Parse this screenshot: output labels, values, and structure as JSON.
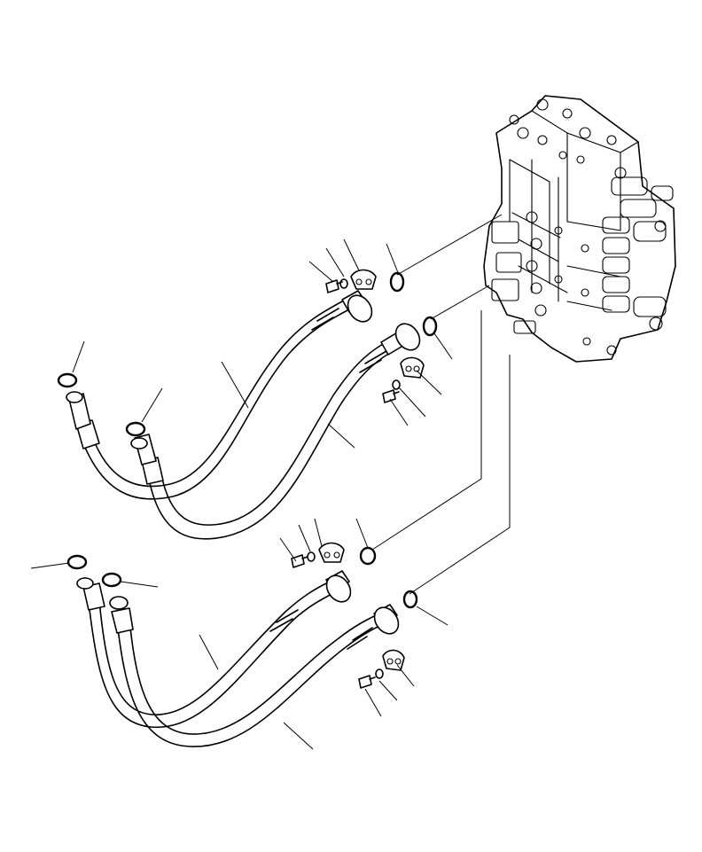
{
  "diagram": {
    "type": "exploded parts diagram",
    "components": [
      "control-valve-assembly",
      "hydraulic-hose",
      "o-ring",
      "split-flange-half",
      "lock-washer",
      "bolt"
    ],
    "counts": {
      "hoses": 4,
      "o_rings": 8,
      "split_flange_halves": 4,
      "bolts": 4,
      "washers": 4
    }
  }
}
